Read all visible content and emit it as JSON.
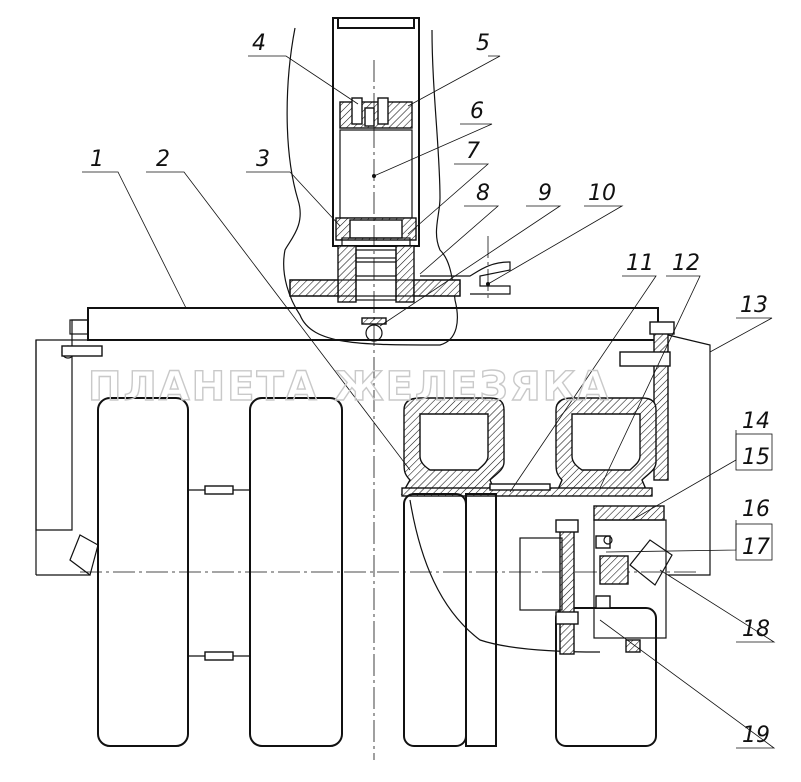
{
  "watermark": "ПЛАНЕТА ЖЕЛЕЗЯКА",
  "callouts": [
    "1",
    "2",
    "3",
    "4",
    "5",
    "6",
    "7",
    "8",
    "9",
    "10",
    "11",
    "12",
    "13",
    "14",
    "15",
    "16",
    "17",
    "18",
    "19"
  ],
  "colors": {
    "ink": "#111111",
    "watermark": "#c9c9c9",
    "paper": "#ffffff"
  }
}
